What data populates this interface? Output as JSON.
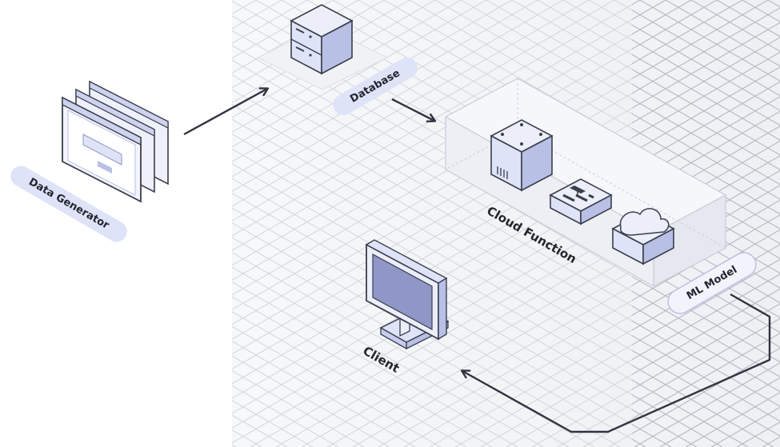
{
  "nodes": {
    "data_generator": {
      "label": "Data Generator"
    },
    "database": {
      "label": "Database"
    },
    "cloud_function": {
      "label": "Cloud Function"
    },
    "ml_model": {
      "label": "ML Model"
    },
    "client": {
      "label": "Client"
    }
  },
  "colors": {
    "lavender": "#dfe3f8",
    "lavender_dark": "#b9c0e6",
    "outline": "#3a3f4c",
    "arrow": "#2f3440",
    "grid_line": "#d4d6dc"
  },
  "icons": [
    "window-stack-icon",
    "server-icon",
    "drive-icon",
    "hierarchy-icon",
    "cloud-icon",
    "monitor-icon"
  ]
}
